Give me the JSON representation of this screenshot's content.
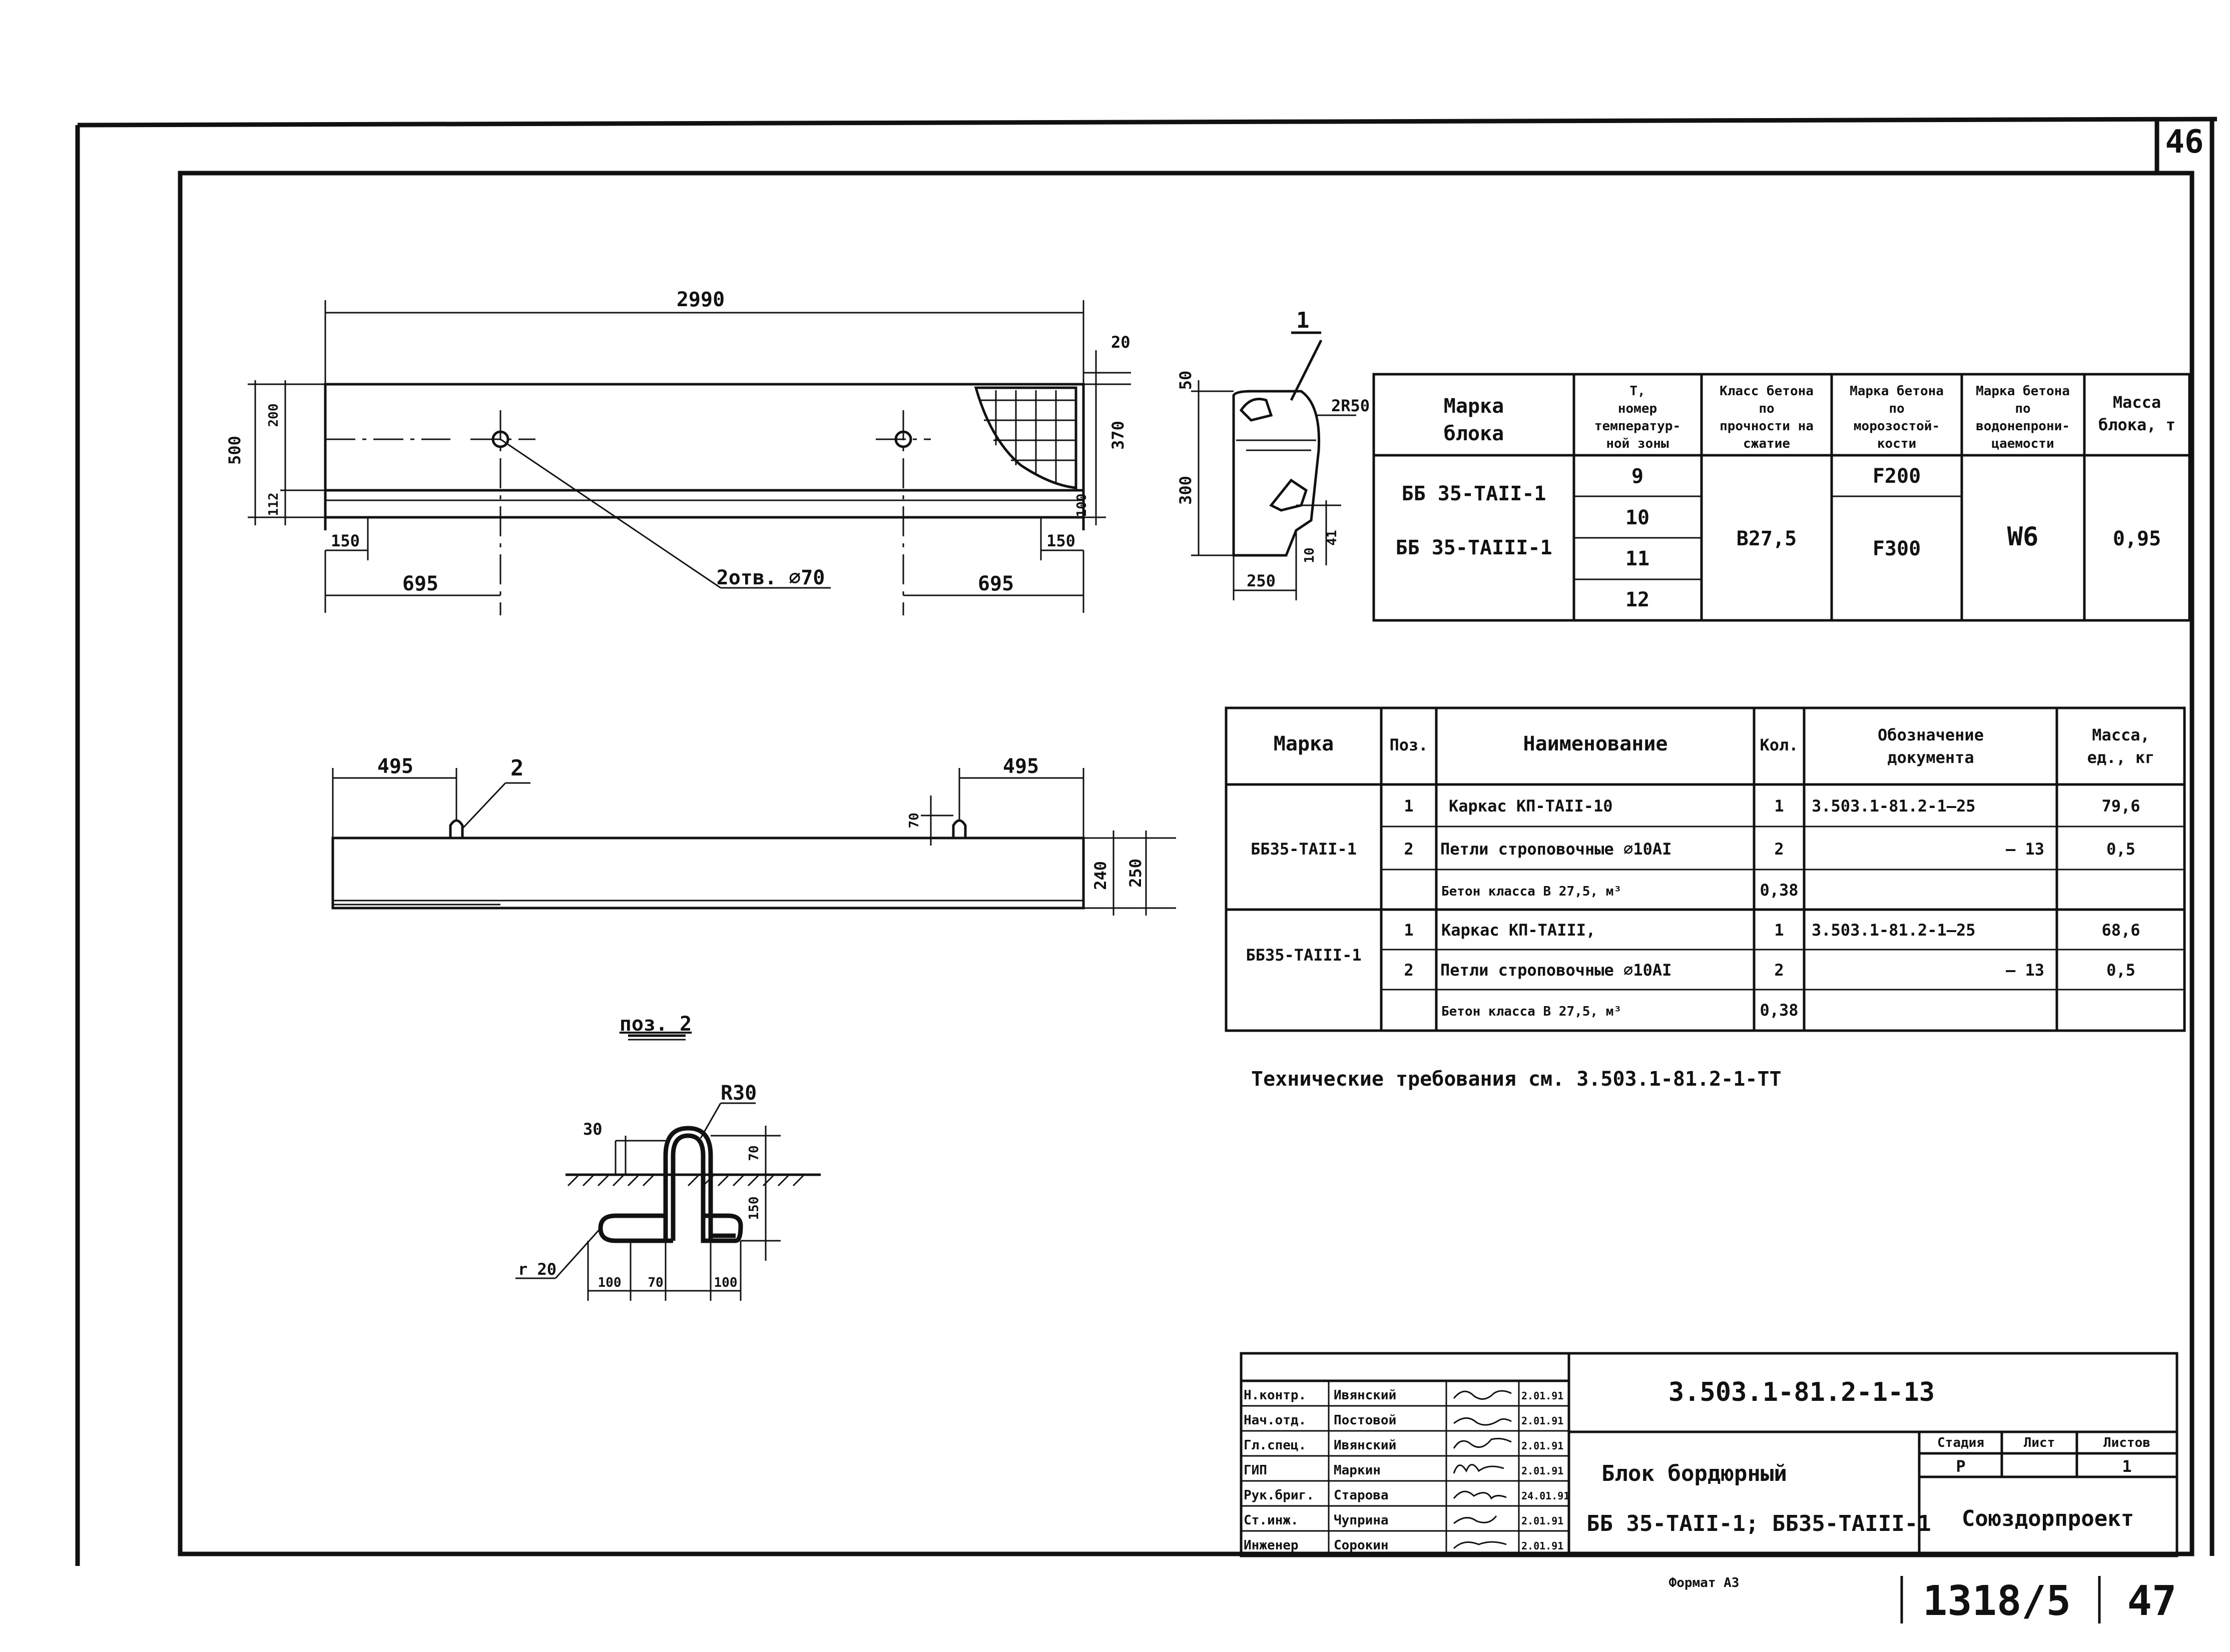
{
  "sheet": {
    "page_number_top": "46",
    "page_number_bottom": "47",
    "album_number": "1318/5",
    "format_label": "Формат А3"
  },
  "elevation": {
    "dim_length": "2990",
    "dim_height_total": "500",
    "dim_upper": "200",
    "dim_lower": "112",
    "dim_right_upper": "370",
    "dim_top_right": "20",
    "dim_right_lower": "100",
    "dim_left_foot": "150",
    "dim_right_foot": "150",
    "dim_left_hole": "695",
    "dim_right_hole": "695",
    "hole_callout": "2отв. ⌀70"
  },
  "section": {
    "callout_number": "1",
    "dim_chamfer": "2R50",
    "dim_top": "50",
    "dim_height": "300",
    "dim_width": "250",
    "dim_step_a": "10",
    "dim_step_b": "41"
  },
  "plan": {
    "dim_left": "495",
    "dim_right": "495",
    "callout_number": "2",
    "dim_loop_height": "70",
    "dim_height_a": "240",
    "dim_height_b": "250"
  },
  "detail": {
    "title": "поз. 2",
    "radius": "R30",
    "dim_30": "30",
    "dim_70_top": "70",
    "dim_150": "150",
    "dim_100_left": "100",
    "dim_70_mid": "70",
    "dim_100_right": "100",
    "dim_r20": "r 20"
  },
  "props_table": {
    "headers": [
      "Марка блока",
      "Т, номер температурной зоны",
      "Класс бетона по прочности на сжатие",
      "Марка бетона по морозостойкости",
      "Марка бетона по водонепроницаемости",
      "Масса блока, т"
    ],
    "marks": [
      "ББ 35-ТАII-1",
      "ББ 35-ТАIII-1"
    ],
    "zones": [
      "9",
      "10",
      "11",
      "12"
    ],
    "strength_class": "В27,5",
    "frost_1": "F200",
    "frost_2": "F300",
    "water": "W6",
    "mass": "0,95"
  },
  "spec_table": {
    "headers": [
      "Марка",
      "Поз.",
      "Наименование",
      "Кол.",
      "Обозначение документа",
      "Масса, ед., кг"
    ],
    "groups": [
      {
        "mark": "ББ35-ТАII-1",
        "rows": [
          {
            "pos": "1",
            "name": "Каркас КП-ТАII-10",
            "qty": "1",
            "doc": "3.503.1-81.2-1—25",
            "mass": "79,6"
          },
          {
            "pos": "2",
            "name": "Петли строповочные ⌀10АI",
            "qty": "2",
            "doc": "— 13",
            "mass": "0,5"
          },
          {
            "pos": "",
            "name": "Бетон класса В 27,5, м³",
            "qty": "0,38",
            "doc": "",
            "mass": ""
          }
        ]
      },
      {
        "mark": "ББ35-ТАIII-1",
        "rows": [
          {
            "pos": "1",
            "name": "Каркас КП-ТАIII,",
            "qty": "1",
            "doc": "3.503.1-81.2-1—25",
            "mass": "68,6"
          },
          {
            "pos": "2",
            "name": "Петли строповочные ⌀10АI",
            "qty": "2",
            "doc": "— 13",
            "mass": "0,5"
          },
          {
            "pos": "",
            "name": "Бетон класса В 27,5, м³",
            "qty": "0,38",
            "doc": "",
            "mass": ""
          }
        ]
      }
    ]
  },
  "tech_note": "Технические требования см. 3.503.1-81.2-1-ТТ",
  "title_block": {
    "code": "3.503.1-81.2-1-13",
    "title_line1": "Блок бордюрный",
    "title_line2": "ББ 35-ТАII-1; ББ35-ТАIII-1",
    "stage_header": "Стадия",
    "sheet_header": "Лист",
    "sheets_header": "Листов",
    "stage": "Р",
    "sheet": "",
    "sheets": "1",
    "organization": "Союздорпроект",
    "signatures": [
      {
        "role": "Н.контр.",
        "name": "Ивянский",
        "date": "2.01.91"
      },
      {
        "role": "Нач.отд.",
        "name": "Постовой",
        "date": "2.01.91"
      },
      {
        "role": "Гл.спец.",
        "name": "Ивянский",
        "date": "2.01.91"
      },
      {
        "role": "ГИП",
        "name": "Маркин",
        "date": "2.01.91"
      },
      {
        "role": "Рук.бриг.",
        "name": "Старова",
        "date": "24.01.91"
      },
      {
        "role": "Ст.инж.",
        "name": "Чуприна",
        "date": "2.01.91"
      },
      {
        "role": "Инженер",
        "name": "Сорокин",
        "date": "2.01.91"
      }
    ]
  }
}
